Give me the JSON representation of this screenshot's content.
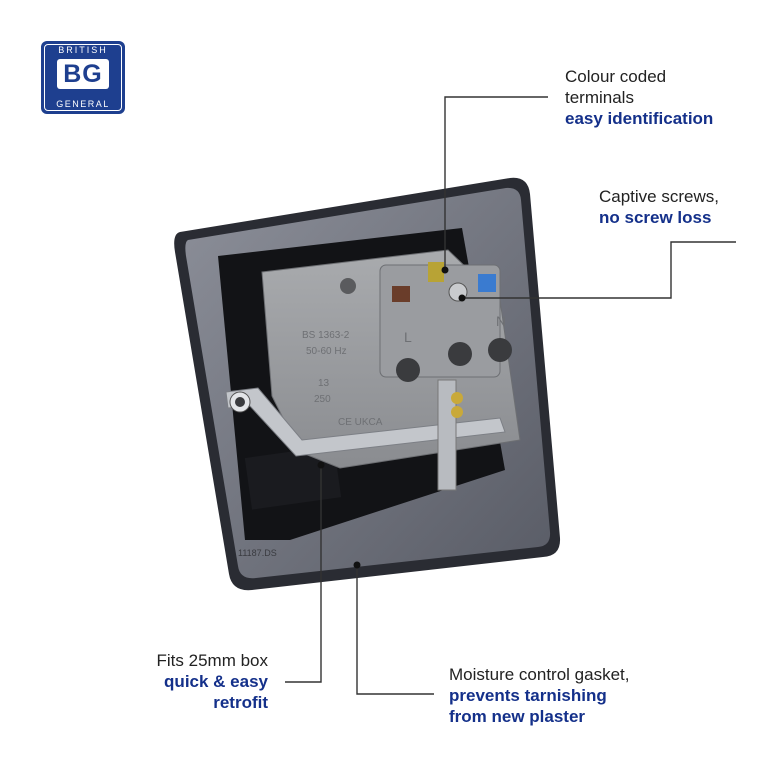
{
  "logo": {
    "top": "BRITISH",
    "middle": "BG",
    "bottom": "GENERAL"
  },
  "callouts": [
    {
      "lines": [
        "Colour coded",
        "terminals"
      ],
      "emphasis": "easy identification"
    },
    {
      "lines": [
        "Captive screws,"
      ],
      "emphasis": "no screw loss"
    },
    {
      "lines": [
        "Fits 25mm box"
      ],
      "emphasis_lines": [
        "quick & easy",
        "retrofit"
      ]
    },
    {
      "lines": [
        "Moisture control gasket,"
      ],
      "emphasis_lines": [
        "prevents tarnishing",
        "from new plaster"
      ]
    }
  ],
  "product_markings": {
    "standard": "BS 1363-2",
    "frequency": "50-60 Hz",
    "rating_amps": "13",
    "rating_volts": "250",
    "terminal_live": "L",
    "terminal_neutral": "N",
    "marks": "CE UKCA",
    "part_code": "11187.DS"
  },
  "colors": {
    "brand_blue": "#1e3f8f",
    "emphasis_blue": "#14308a",
    "line": "#333333"
  }
}
